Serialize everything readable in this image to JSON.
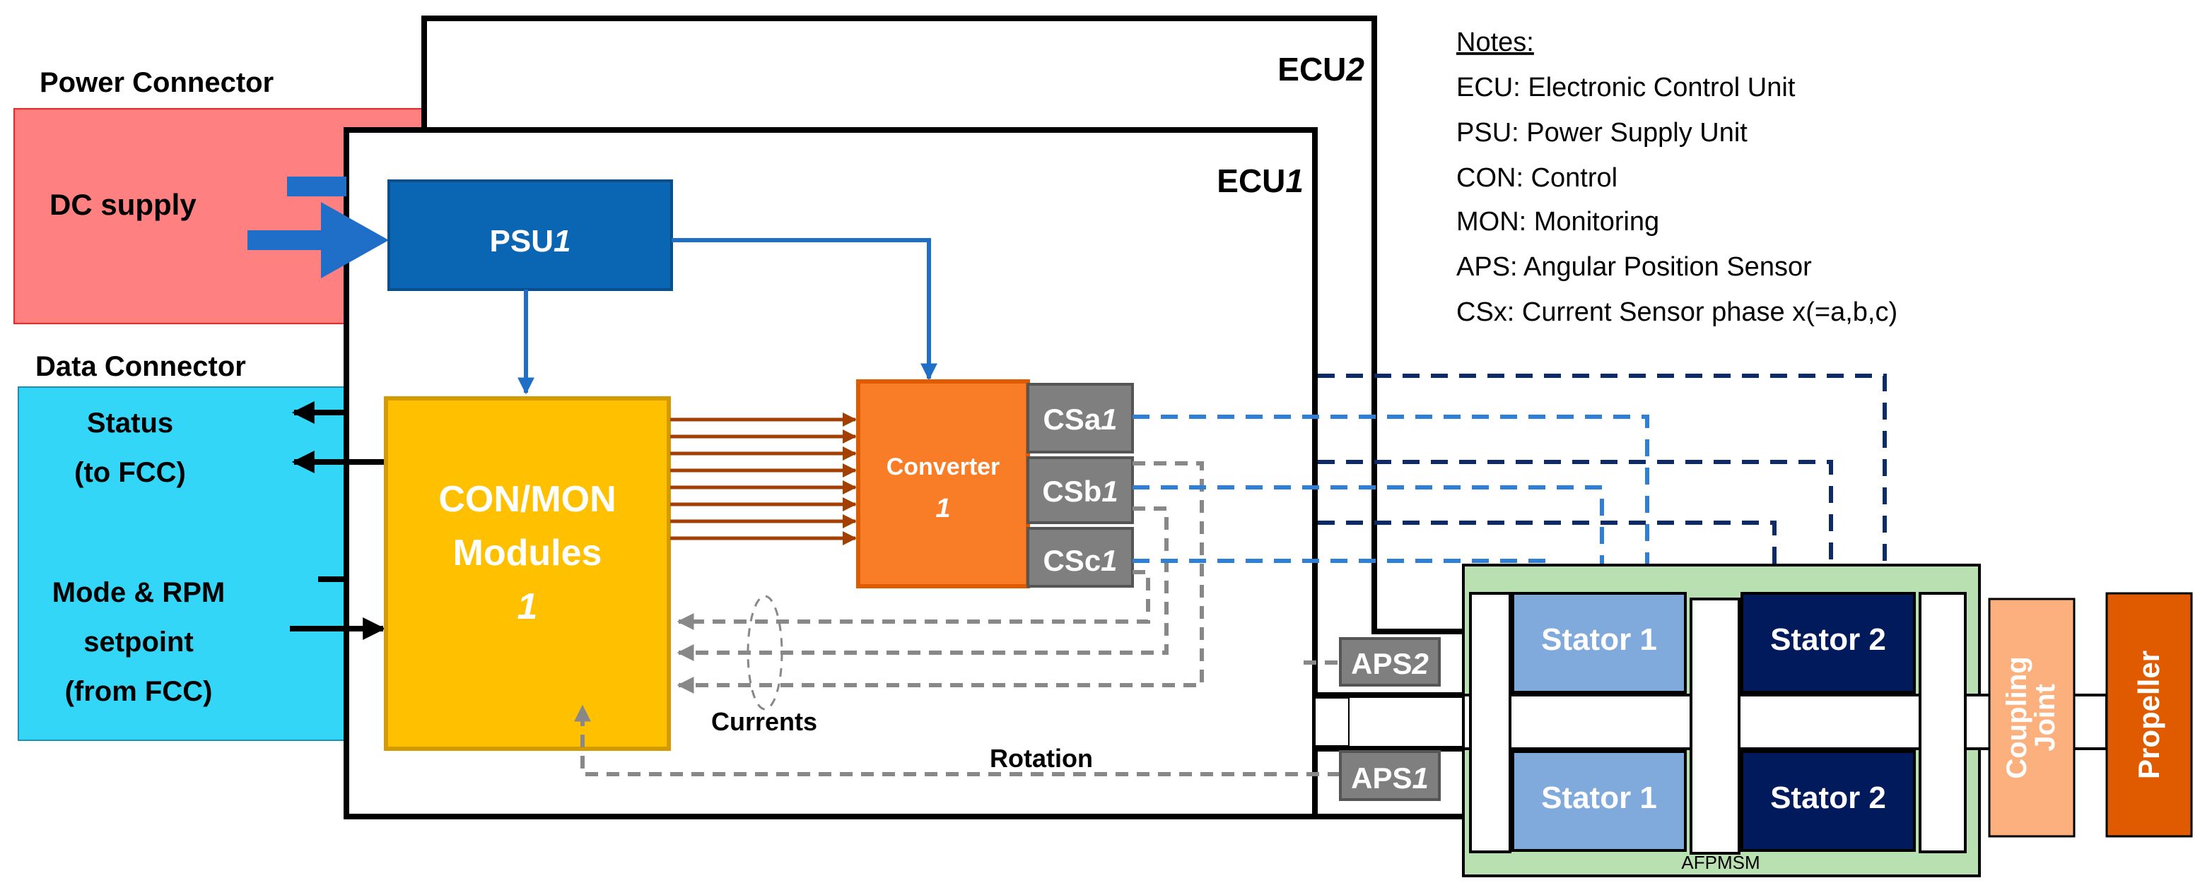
{
  "power_connector": {
    "title": "Power Connector",
    "dc_supply": "DC supply"
  },
  "data_connector": {
    "title": "Data Connector",
    "status_line1": "Status",
    "status_line2": "(to FCC)",
    "mode_line1": "Mode & RPM",
    "mode_line2": "setpoint",
    "mode_line3": "(from FCC)"
  },
  "ecu2": {
    "label": "ECU",
    "index": "2"
  },
  "ecu1": {
    "label": "ECU",
    "index": "1"
  },
  "psu": {
    "label": "PSU",
    "index": "1"
  },
  "conmon": {
    "line1": "CON/MON",
    "line2": "Modules",
    "index": "1"
  },
  "converter": {
    "label": "Converter",
    "index": "1"
  },
  "current_sensors": [
    {
      "label": "CSa",
      "index": "1"
    },
    {
      "label": "CSb",
      "index": "1"
    },
    {
      "label": "CSc",
      "index": "1"
    }
  ],
  "aps": [
    {
      "label": "APS",
      "index": "2"
    },
    {
      "label": "APS",
      "index": "1"
    }
  ],
  "labels": {
    "currents": "Currents",
    "rotation": "Rotation"
  },
  "machine": {
    "label": "AFPMSM",
    "stator1": "Stator 1",
    "stator2": "Stator 2",
    "coupling": "Coupling",
    "joint": "Joint",
    "propeller": "Propeller"
  },
  "notes": {
    "title": "Notes:",
    "items": [
      "ECU: Electronic Control Unit",
      "PSU: Power Supply Unit",
      "CON: Control",
      "MON: Monitoring",
      "APS: Angular Position Sensor",
      "CSx: Current Sensor phase x(=a,b,c)"
    ]
  },
  "colors": {
    "power_connector": "#ff8080",
    "data_connector": "#33d6f7",
    "psu": "#0a66b2",
    "conmon": "#ffc000",
    "converter": "#f97d26",
    "sensor": "#7f7f7f",
    "stator1": "#80aadc",
    "stator2": "#001a5c",
    "afpmsm": "#b9e0b1",
    "coupling": "#fbb07d",
    "propeller": "#e05a00"
  }
}
